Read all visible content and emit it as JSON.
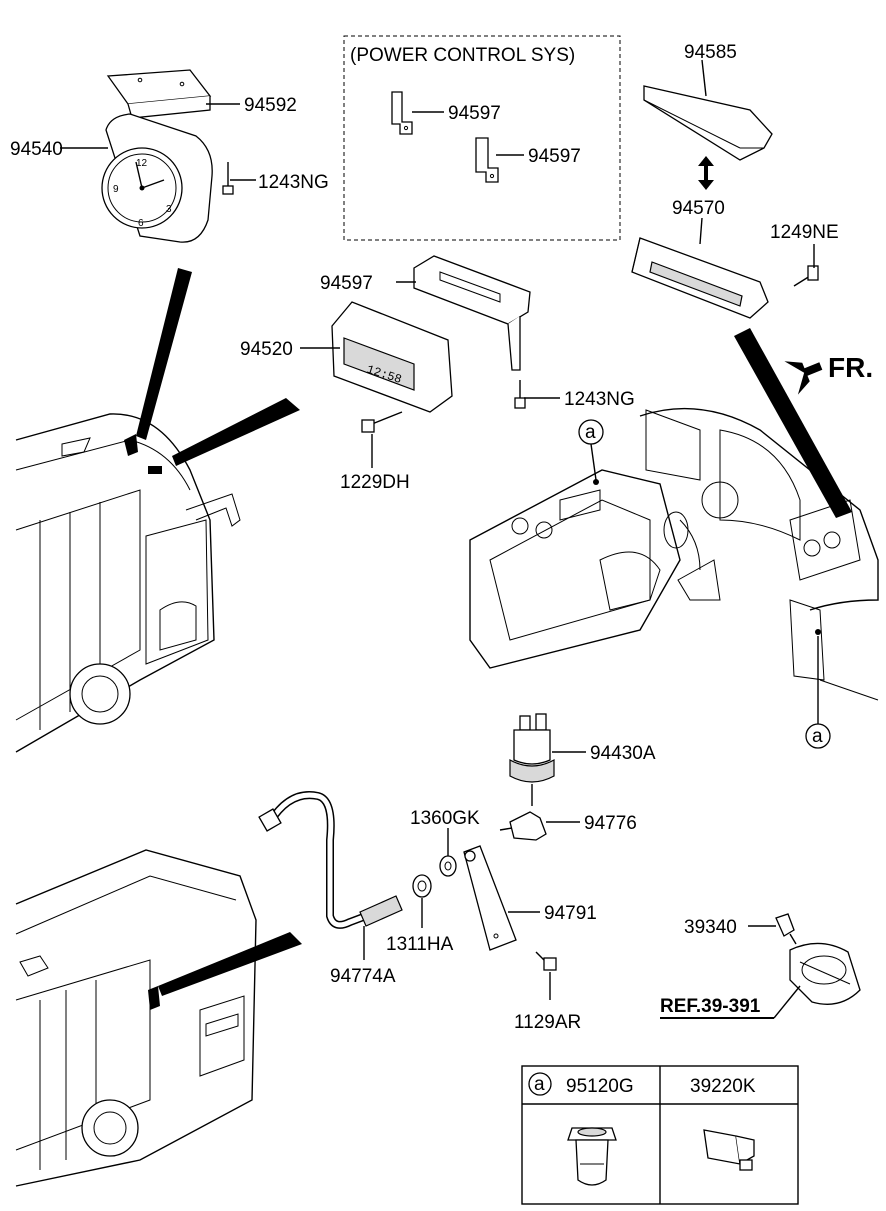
{
  "group_title": "(POWER CONTROL SYS)",
  "front_marker": "FR.",
  "circle_marker": "a",
  "parts": {
    "p94592": "94592",
    "p94540": "94540",
    "p1243ng_top": "1243NG",
    "p94597_a": "94597",
    "p94597_b": "94597",
    "p94585": "94585",
    "p94570": "94570",
    "p1249ne": "1249NE",
    "p94597_c": "94597",
    "p94520": "94520",
    "p1243ng_mid": "1243NG",
    "p1229dh": "1229DH",
    "p94430a": "94430A",
    "p1360gk": "1360GK",
    "p94776": "94776",
    "p94791": "94791",
    "p1311ha": "1311HA",
    "p94774a": "94774A",
    "p1129ar": "1129AR",
    "p39340": "39340",
    "ref": "REF.39-391"
  },
  "legend": {
    "col1": "95120G",
    "col2": "39220K"
  },
  "clock_digits": {
    "twelve": "12",
    "nine": "9",
    "three": "3",
    "six": "6"
  },
  "display_text": "12:58"
}
